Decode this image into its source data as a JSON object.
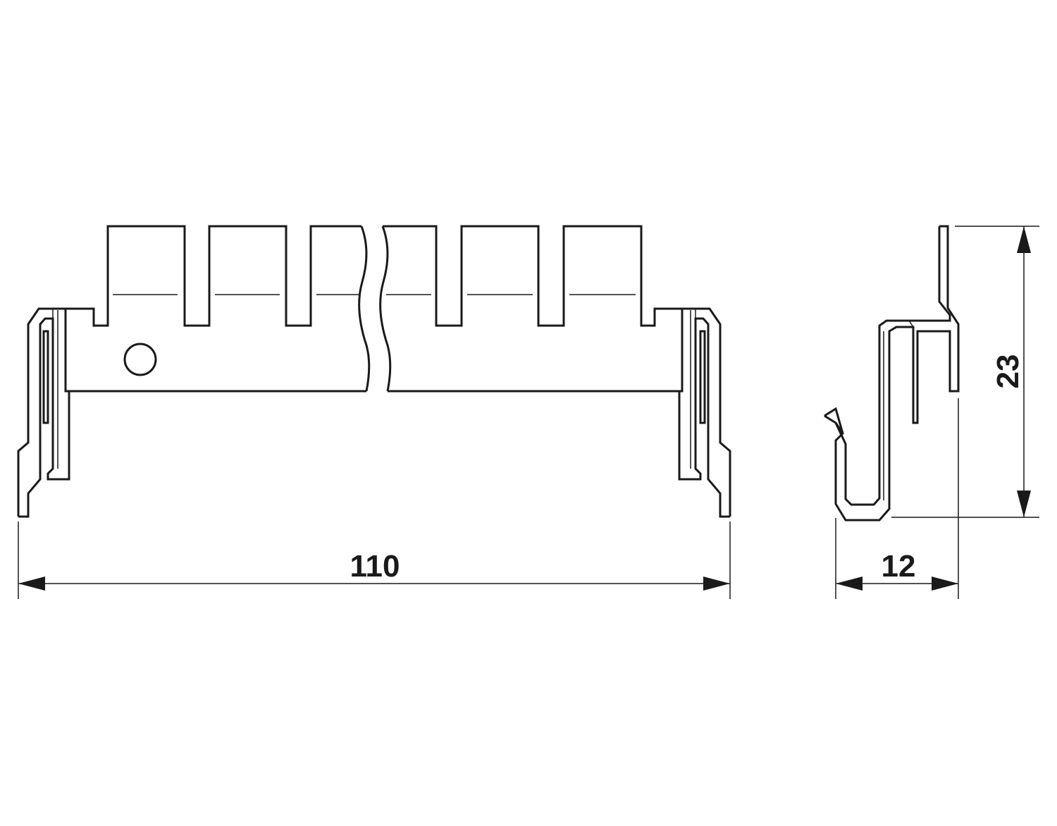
{
  "dimensions": {
    "width_label": "110",
    "depth_label": "12",
    "height_label": "23"
  }
}
